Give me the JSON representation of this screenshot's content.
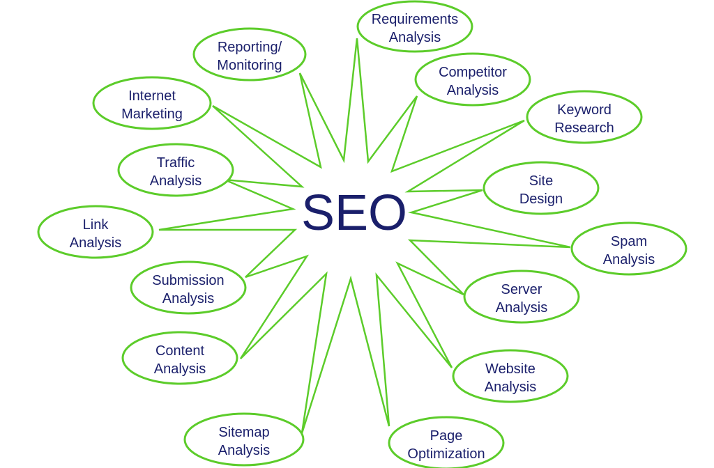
{
  "center": "SEO",
  "colors": {
    "outline": "#5ccc2a",
    "text": "#1a1f6b"
  },
  "nodes": [
    {
      "l1": "Requirements",
      "l2": "Analysis"
    },
    {
      "l1": "Reporting/",
      "l2": "Monitoring"
    },
    {
      "l1": "Competitor",
      "l2": "Analysis"
    },
    {
      "l1": "Internet",
      "l2": "Marketing"
    },
    {
      "l1": "Keyword",
      "l2": "Research"
    },
    {
      "l1": "Traffic",
      "l2": "Analysis"
    },
    {
      "l1": "Site",
      "l2": "Design"
    },
    {
      "l1": "Link",
      "l2": "Analysis"
    },
    {
      "l1": "Spam",
      "l2": "Analysis"
    },
    {
      "l1": "Submission",
      "l2": "Analysis"
    },
    {
      "l1": "Server",
      "l2": "Analysis"
    },
    {
      "l1": "Content",
      "l2": "Analysis"
    },
    {
      "l1": "Website",
      "l2": "Analysis"
    },
    {
      "l1": "Sitemap",
      "l2": "Analysis"
    },
    {
      "l1": "Page",
      "l2": "Optimization"
    }
  ]
}
